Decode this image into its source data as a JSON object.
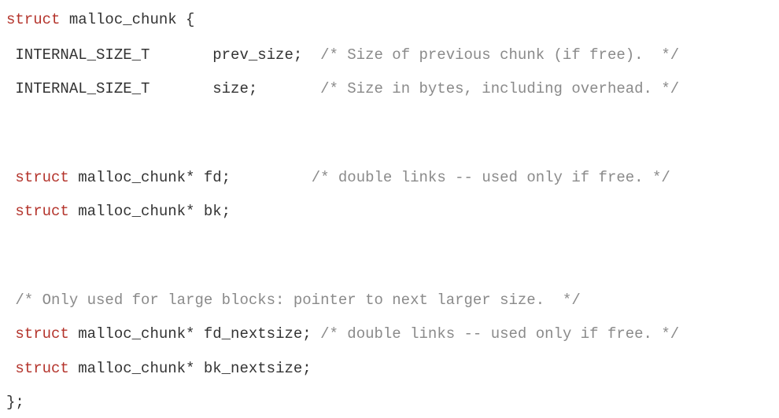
{
  "code": {
    "line1": {
      "kw": "struct",
      "rest": " malloc_chunk {"
    },
    "line2": {
      "code": " INTERNAL_SIZE_T       prev_size;  ",
      "comment": "/* Size of previous chunk (if free).  */"
    },
    "line3": {
      "code": " INTERNAL_SIZE_T       size;       ",
      "comment": "/* Size in bytes, including overhead. */"
    },
    "line4": {
      "pre": " ",
      "kw": "struct",
      "code": " malloc_chunk* fd;         ",
      "comment": "/* double links -- used only if free. */"
    },
    "line5": {
      "pre": " ",
      "kw": "struct",
      "code": " malloc_chunk* bk;"
    },
    "line6": {
      "comment": " /* Only used for large blocks: pointer to next larger size.  */"
    },
    "line7": {
      "pre": " ",
      "kw": "struct",
      "code": " malloc_chunk* fd_nextsize; ",
      "comment": "/* double links -- used only if free. */"
    },
    "line8": {
      "pre": " ",
      "kw": "struct",
      "code": " malloc_chunk* bk_nextsize;"
    },
    "line9": {
      "code": "};"
    }
  }
}
